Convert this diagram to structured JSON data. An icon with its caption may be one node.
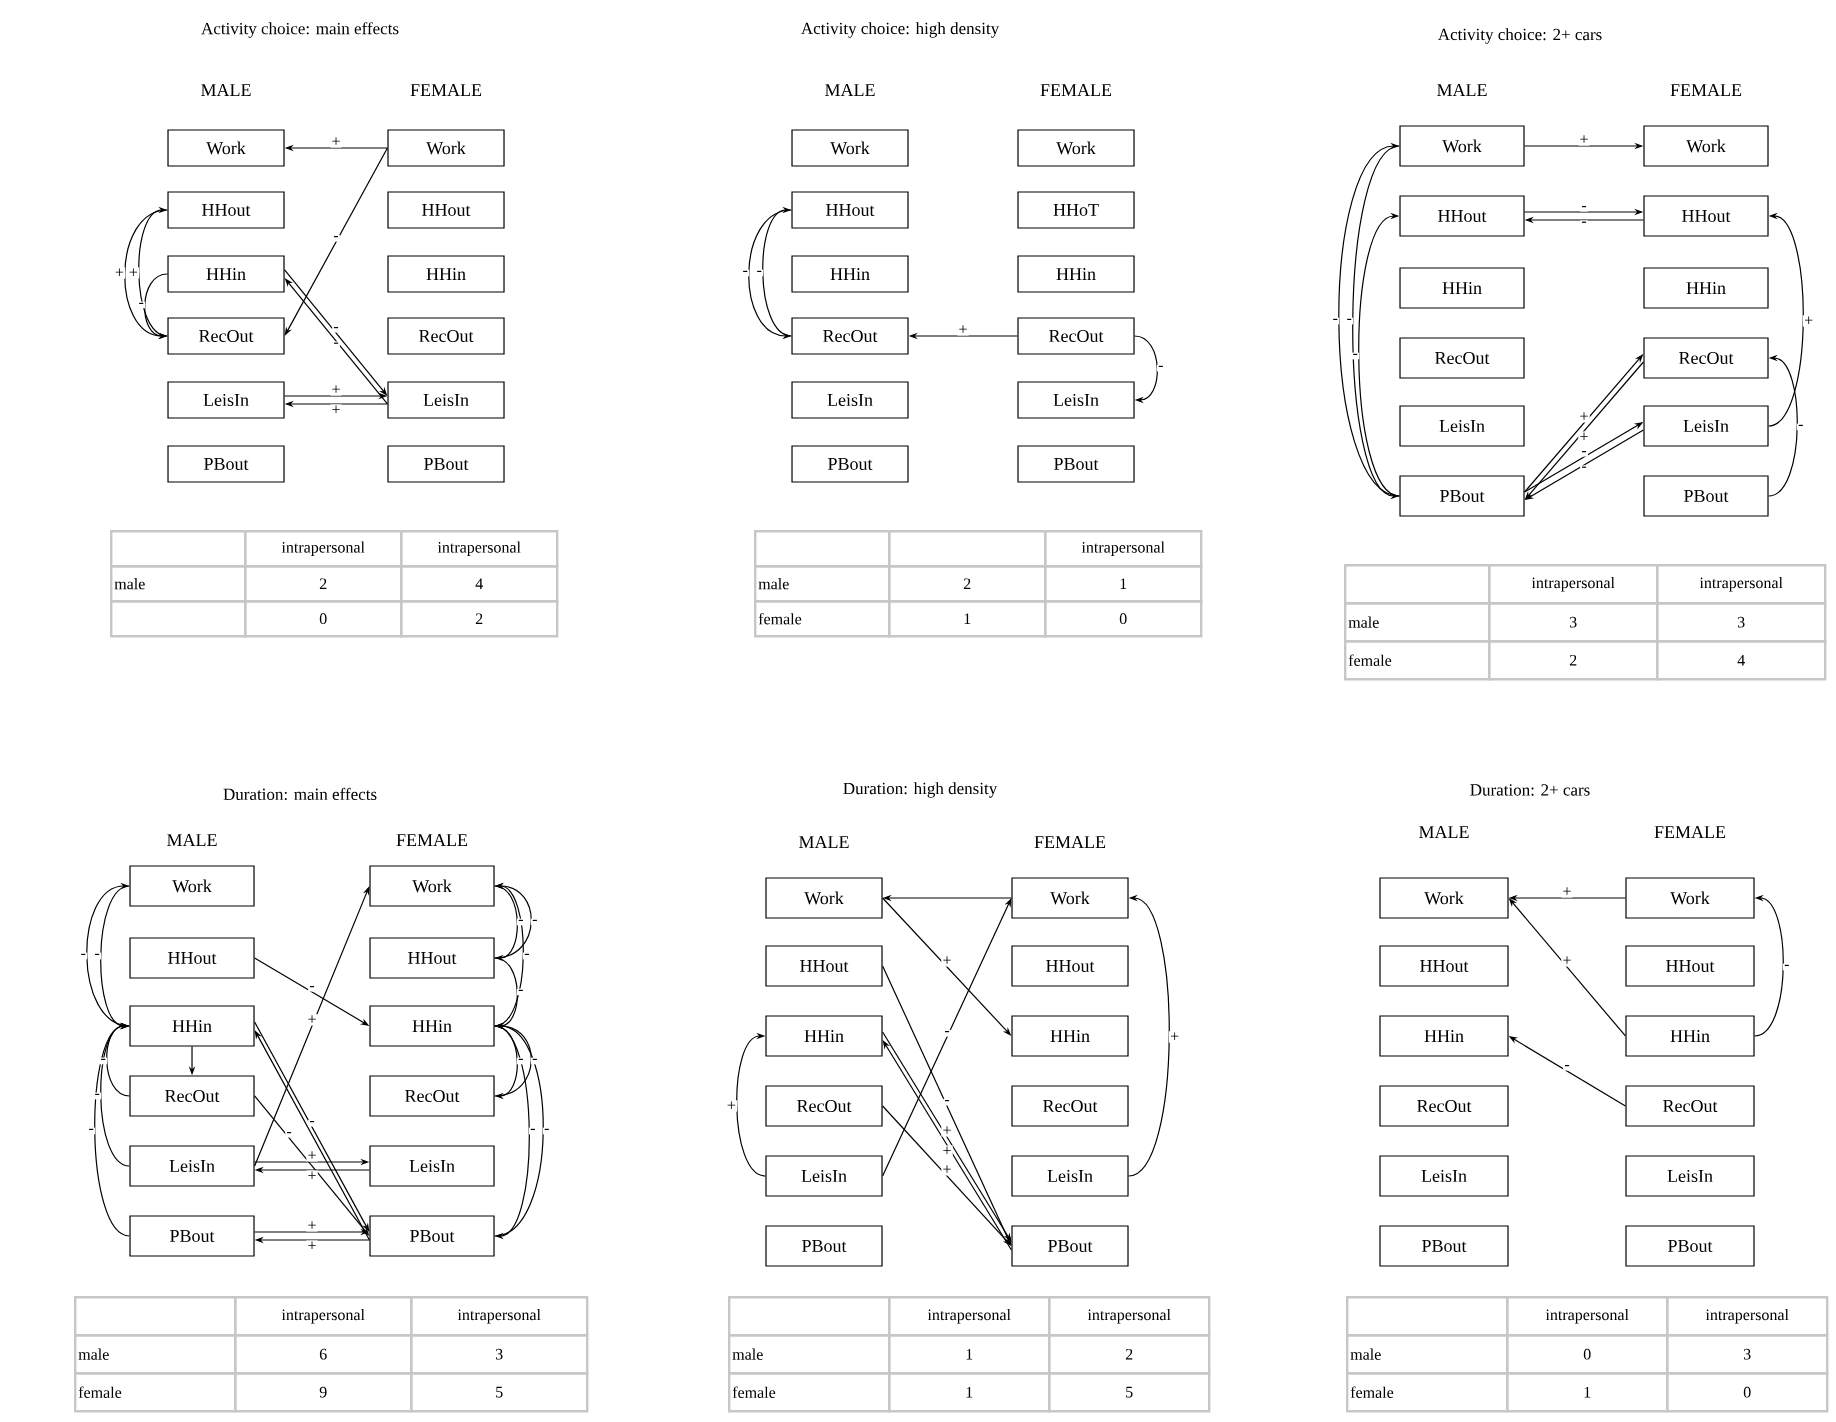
{
  "diagram": {
    "nodes": [
      {
        "text": [
          "Work"
        ]
      },
      {
        "text": [
          "HHout"
        ]
      },
      {
        "text": [
          "HHin"
        ]
      },
      {
        "text": [
          "RecOut"
        ]
      },
      {
        "text": [
          "LeisIn"
        ]
      },
      {
        "text": [
          "PBout"
        ]
      },
      {
        "text": [
          "Work"
        ]
      },
      {
        "text": [
          "HHout"
        ]
      },
      {
        "text": [
          "HHin"
        ]
      },
      {
        "text": [
          "RecOut"
        ]
      },
      {
        "text": [
          "LeisIn"
        ]
      },
      {
        "text": [
          "PBout"
        ]
      },
      {
        "text": [
          "Work"
        ]
      },
      {
        "text": [
          "HHout"
        ]
      },
      {
        "text": [
          "HHin"
        ]
      },
      {
        "text": [
          "RecOut"
        ]
      },
      {
        "text": [
          "LeisIn"
        ]
      },
      {
        "text": [
          "PBout"
        ]
      },
      {
        "text": [
          "Work"
        ]
      },
      {
        "text": [
          "HHoT"
        ]
      },
      {
        "text": [
          "HHin"
        ]
      },
      {
        "text": [
          "RecOut"
        ]
      },
      {
        "text": [
          "LeisIn"
        ]
      },
      {
        "text": [
          "PBout"
        ]
      },
      {
        "text": [
          "Work"
        ]
      },
      {
        "text": [
          "HHout"
        ]
      },
      {
        "text": [
          "HHin"
        ]
      },
      {
        "text": [
          "RecOut"
        ]
      },
      {
        "text": [
          "LeisIn"
        ]
      },
      {
        "text": [
          "PBout"
        ]
      },
      {
        "text": [
          "Work"
        ]
      },
      {
        "text": [
          "HHout"
        ]
      },
      {
        "text": [
          "HHin"
        ]
      },
      {
        "text": [
          "RecOut"
        ]
      },
      {
        "text": [
          "LeisIn"
        ]
      },
      {
        "text": [
          "PBout"
        ]
      },
      {
        "text": [
          "Work"
        ]
      },
      {
        "text": [
          "HHout"
        ]
      },
      {
        "text": [
          "HHin"
        ]
      },
      {
        "text": [
          "RecOut"
        ]
      },
      {
        "text": [
          "LeisIn"
        ]
      },
      {
        "text": [
          "PBout"
        ]
      },
      {
        "text": [
          "Work"
        ]
      },
      {
        "text": [
          "HHout"
        ]
      },
      {
        "text": [
          "HHin"
        ]
      },
      {
        "text": [
          "RecOut"
        ]
      },
      {
        "text": [
          "LeisIn"
        ]
      },
      {
        "text": [
          "PBout"
        ]
      },
      {
        "text": [
          "Work"
        ]
      },
      {
        "text": [
          "HHout"
        ]
      },
      {
        "text": [
          "HHin"
        ]
      },
      {
        "text": [
          "RecOut"
        ]
      },
      {
        "text": [
          "LeisIn"
        ]
      },
      {
        "text": [
          "PBout"
        ]
      },
      {
        "text": [
          "Work"
        ]
      },
      {
        "text": [
          "HHout"
        ]
      },
      {
        "text": [
          "HHin"
        ]
      },
      {
        "text": [
          "RecOut"
        ]
      },
      {
        "text": [
          "LeisIn"
        ]
      },
      {
        "text": [
          "PBout"
        ]
      },
      {
        "text": [
          "Work"
        ]
      },
      {
        "text": [
          "HHout"
        ]
      },
      {
        "text": [
          "HHin"
        ]
      },
      {
        "text": [
          "RecOut"
        ]
      },
      {
        "text": [
          "LeisIn"
        ]
      },
      {
        "text": [
          "PBout"
        ]
      },
      {
        "text": [
          "Work"
        ]
      },
      {
        "text": [
          "HHout"
        ]
      },
      {
        "text": [
          "HHin"
        ]
      },
      {
        "text": [
          "RecOut"
        ]
      },
      {
        "text": [
          "LeisIn"
        ]
      },
      {
        "text": [
          "PBout"
        ]
      }
    ],
    "edges": [
      {
        "from": 6,
        "to": 0,
        "arrow": "to",
        "label": "+"
      },
      {
        "from": 6,
        "to": 3,
        "arrow": "to",
        "label": "-"
      },
      {
        "from": 3,
        "to": 1,
        "arrow": "to",
        "label": "+"
      },
      {
        "from": 1,
        "to": 3,
        "arrow": "to",
        "label": "+"
      },
      {
        "from": 2,
        "to": 3,
        "arrow": "to",
        "label": "-"
      },
      {
        "from": 2,
        "to": 10,
        "arrow": "to",
        "label": "-"
      },
      {
        "from": 10,
        "to": 2,
        "arrow": "to",
        "label": "-"
      },
      {
        "from": 4,
        "to": 10,
        "arrow": "to",
        "label": "+"
      },
      {
        "from": 10,
        "to": 4,
        "arrow": "to",
        "label": "+"
      },
      {
        "from": 15,
        "to": 13,
        "arrow": "to",
        "label": "-"
      },
      {
        "from": 13,
        "to": 15,
        "arrow": "to",
        "label": "-"
      },
      {
        "from": 21,
        "to": 15,
        "arrow": "to",
        "label": "+"
      },
      {
        "from": 21,
        "to": 22,
        "arrow": "to",
        "label": "-"
      },
      {
        "from": 24,
        "to": 30,
        "arrow": "to",
        "label": "+"
      },
      {
        "from": 25,
        "to": 31,
        "arrow": "to",
        "label": "-"
      },
      {
        "from": 31,
        "to": 25,
        "arrow": "to",
        "label": "-"
      },
      {
        "from": 24,
        "to": 29,
        "arrow": "to",
        "label": "-"
      },
      {
        "from": 29,
        "to": 24,
        "arrow": "to",
        "label": "-"
      },
      {
        "from": 29,
        "to": 25,
        "arrow": "to",
        "label": "-"
      },
      {
        "from": 29,
        "to": 33,
        "arrow": "to",
        "label": "+"
      },
      {
        "from": 33,
        "to": 29,
        "arrow": "to",
        "label": "+"
      },
      {
        "from": 29,
        "to": 34,
        "arrow": "to",
        "label": "-"
      },
      {
        "from": 34,
        "to": 29,
        "arrow": "to",
        "label": "-"
      },
      {
        "from": 34,
        "to": 31,
        "arrow": "to",
        "label": "+"
      },
      {
        "from": 35,
        "to": 33,
        "arrow": "to",
        "label": "-"
      },
      {
        "from": 36,
        "to": 38,
        "arrow": "to",
        "label": "-"
      },
      {
        "from": 38,
        "to": 36,
        "arrow": "to",
        "label": "-"
      },
      {
        "from": 39,
        "to": 38,
        "arrow": "to",
        "label": "-"
      },
      {
        "from": 40,
        "to": 38,
        "arrow": "to",
        "label": "-"
      },
      {
        "from": 41,
        "to": 38,
        "arrow": "to",
        "label": "-"
      },
      {
        "from": 38,
        "to": 39,
        "arrow": "to"
      },
      {
        "from": 37,
        "to": 44,
        "arrow": "to",
        "label": "-"
      },
      {
        "from": 40,
        "to": 42,
        "arrow": "to",
        "label": "+"
      },
      {
        "from": 38,
        "to": 47,
        "arrow": "to",
        "label": "-"
      },
      {
        "from": 47,
        "to": 38,
        "arrow": "to"
      },
      {
        "from": 39,
        "to": 47,
        "arrow": "to",
        "label": "-"
      },
      {
        "from": 40,
        "to": 46,
        "arrow": "to",
        "label": "+"
      },
      {
        "from": 46,
        "to": 40,
        "arrow": "to",
        "label": "+"
      },
      {
        "from": 41,
        "to": 47,
        "arrow": "to",
        "label": "+"
      },
      {
        "from": 47,
        "to": 41,
        "arrow": "to",
        "label": "+"
      },
      {
        "from": 42,
        "to": 43,
        "arrow": "to",
        "label": "-"
      },
      {
        "from": 43,
        "to": 42,
        "arrow": "to",
        "label": "-"
      },
      {
        "from": 43,
        "to": 44,
        "arrow": "to",
        "label": "-"
      },
      {
        "from": 44,
        "to": 42,
        "arrow": "to",
        "label": "-"
      },
      {
        "from": 44,
        "to": 45,
        "arrow": "to",
        "label": "-"
      },
      {
        "from": 45,
        "to": 44,
        "arrow": "to",
        "label": "-"
      },
      {
        "from": 44,
        "to": 47,
        "arrow": "to",
        "label": "-"
      },
      {
        "from": 47,
        "to": 44,
        "arrow": "to",
        "label": "-"
      },
      {
        "from": 54,
        "to": 48,
        "arrow": "to"
      },
      {
        "from": 48,
        "to": 56,
        "arrow": "to",
        "label": "+"
      },
      {
        "from": 49,
        "to": 59,
        "arrow": "to",
        "label": "-"
      },
      {
        "from": 52,
        "to": 54,
        "arrow": "to",
        "label": "-"
      },
      {
        "from": 50,
        "to": 59,
        "arrow": "to",
        "label": "+"
      },
      {
        "from": 59,
        "to": 50,
        "arrow": "to",
        "label": "+"
      },
      {
        "from": 51,
        "to": 59,
        "arrow": "to",
        "label": "+"
      },
      {
        "from": 52,
        "to": 50,
        "arrow": "to",
        "label": "+"
      },
      {
        "from": 58,
        "to": 54,
        "arrow": "to",
        "label": "+"
      },
      {
        "from": 66,
        "to": 60,
        "arrow": "to",
        "label": "+"
      },
      {
        "from": 68,
        "to": 60,
        "arrow": "to",
        "label": "+"
      },
      {
        "from": 69,
        "to": 62,
        "arrow": "to",
        "label": "-"
      },
      {
        "from": 68,
        "to": 66,
        "arrow": "to",
        "label": "-"
      }
    ],
    "labels": [
      "Activity choice: main effects",
      "MALE",
      "FEMALE",
      "intrapersonal",
      "intrapersonal",
      "male",
      "2",
      "4",
      "0",
      "2",
      "Activity choice: high density",
      "MALE",
      "FEMALE",
      "intrapersonal",
      "male",
      "2",
      "1",
      "female",
      "1",
      "0",
      "Activity choice: 2+ cars",
      "MALE",
      "FEMALE",
      "intrapersonal",
      "intrapersonal",
      "male",
      "3",
      "3",
      "female",
      "2",
      "4",
      "Duration: main effects",
      "MALE",
      "FEMALE",
      "intrapersonal",
      "intrapersonal",
      "male",
      "6",
      "3",
      "female",
      "9",
      "5",
      "Duration: high density",
      "MALE",
      "FEMALE",
      "intrapersonal",
      "intrapersonal",
      "male",
      "1",
      "2",
      "female",
      "1",
      "5",
      "Duration: 2+ cars",
      "MALE",
      "FEMALE",
      "intrapersonal",
      "intrapersonal",
      "male",
      "0",
      "3",
      "female",
      "1",
      "0"
    ]
  }
}
